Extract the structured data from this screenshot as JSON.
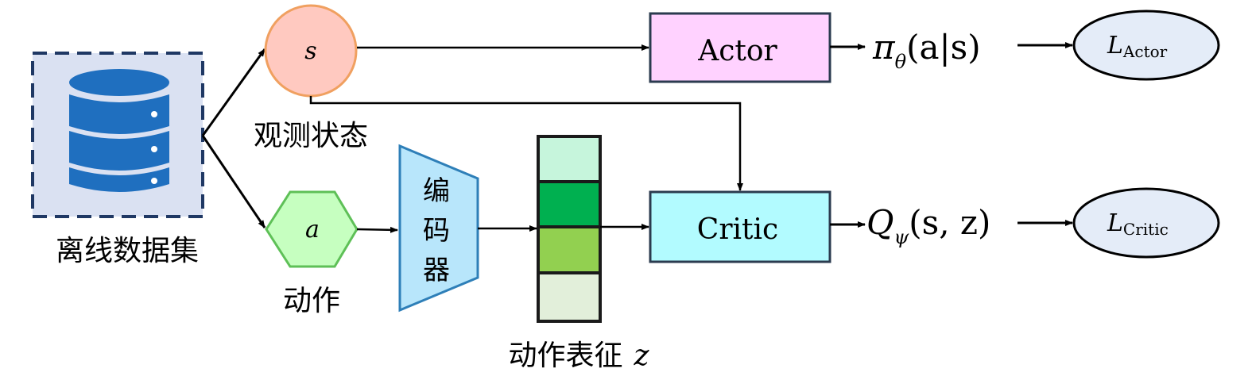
{
  "dataset": {
    "label": "离线数据集"
  },
  "state": {
    "symbol": "s",
    "label": "观测状态"
  },
  "action": {
    "symbol": "a",
    "label": "动作"
  },
  "encoder": {
    "chars": [
      "编",
      "码",
      "器"
    ]
  },
  "representation": {
    "label_text": "动作表征",
    "label_symbol": "z",
    "cell_colors": [
      "#c6f5dc",
      "#00b050",
      "#92d050",
      "#e2efda"
    ]
  },
  "actor": {
    "label": "Actor"
  },
  "critic": {
    "label": "Critic"
  },
  "policy_output": {
    "main": "π",
    "sub": "θ",
    "args": "(a|s)"
  },
  "q_output": {
    "main": "Q",
    "sub": "ψ",
    "args": "(s, z)"
  },
  "loss_actor": {
    "main": "L",
    "sub": "Actor"
  },
  "loss_critic": {
    "main": "L",
    "sub": "Critic"
  },
  "colors": {
    "dataset_fill": "#dae1f2",
    "dataset_border": "#1f3864",
    "database_icon": "#1f6fbf",
    "state_fill": "#ffc9c0",
    "state_border": "#f0a060",
    "action_fill": "#c6ffc0",
    "action_border": "#5ec057",
    "encoder_fill": "#b8e6fb",
    "encoder_border": "#2e7fb8",
    "actor_fill": "#ffd2ff",
    "critic_fill": "#b2fbff",
    "box_border": "#2b3b4f",
    "loss_fill": "#e4ecf8"
  }
}
